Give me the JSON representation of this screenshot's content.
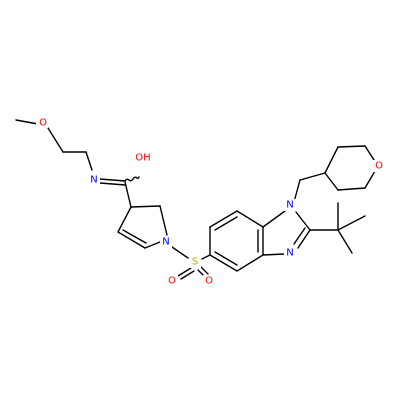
{
  "molecule": {
    "atoms": {
      "methoxy_o": {
        "label": "O",
        "color": "#ff0000"
      },
      "hydroxy_o": {
        "label": "OH",
        "color": "#ff0000"
      },
      "imine_n": {
        "label": "N",
        "color": "#0000ff"
      },
      "pyrroline_n": {
        "label": "N",
        "color": "#0000ff"
      },
      "sulfonyl_s": {
        "label": "S",
        "color": "#b2b200"
      },
      "sulfonyl_o1": {
        "label": "O",
        "color": "#ff0000"
      },
      "sulfonyl_o2": {
        "label": "O",
        "color": "#ff0000"
      },
      "benzimidazole_n1": {
        "label": "N",
        "color": "#0000ff"
      },
      "benzimidazole_n3": {
        "label": "N",
        "color": "#0000ff"
      },
      "oxane_o": {
        "label": "O",
        "color": "#ff0000"
      }
    },
    "colors": {
      "bond": "#000000",
      "oxygen": "#ff0000",
      "nitrogen": "#0000ff",
      "sulfur": "#b2b200"
    }
  }
}
